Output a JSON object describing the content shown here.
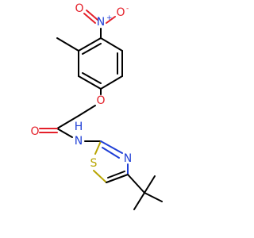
{
  "molecule": {
    "atoms": {
      "n_nitro": "N",
      "n_nitro_charge": "+",
      "o_nitro_left": "O",
      "o_nitro_right": "O",
      "o_nitro_right_charge": "-",
      "o_ether": "O",
      "o_carbonyl": "O",
      "n_amide": "N",
      "n_amide_h": "H",
      "s_thiazole": "S",
      "n_thiazole": "N"
    },
    "colors": {
      "carbon_bond": "#000000",
      "nitrogen": "#1f3fd6",
      "oxygen": "#e4202a",
      "sulfur": "#b7a400"
    }
  }
}
